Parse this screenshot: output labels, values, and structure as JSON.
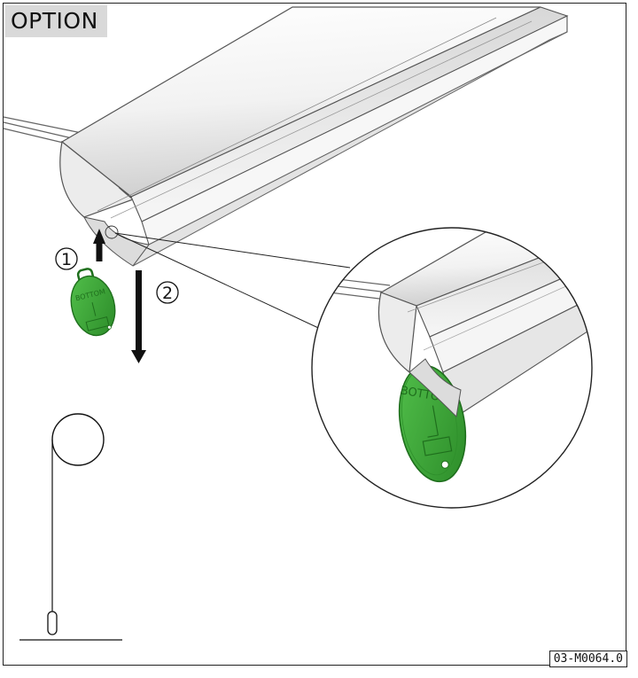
{
  "header": {
    "label": "OPTION"
  },
  "steps": [
    {
      "number": "1",
      "direction": "up"
    },
    {
      "number": "2",
      "direction": "down"
    }
  ],
  "tag": {
    "text": "BOTTOM",
    "color": "#3aa336",
    "dark_color": "#1f6f1d"
  },
  "footer": {
    "code": "03-M0064.0"
  }
}
